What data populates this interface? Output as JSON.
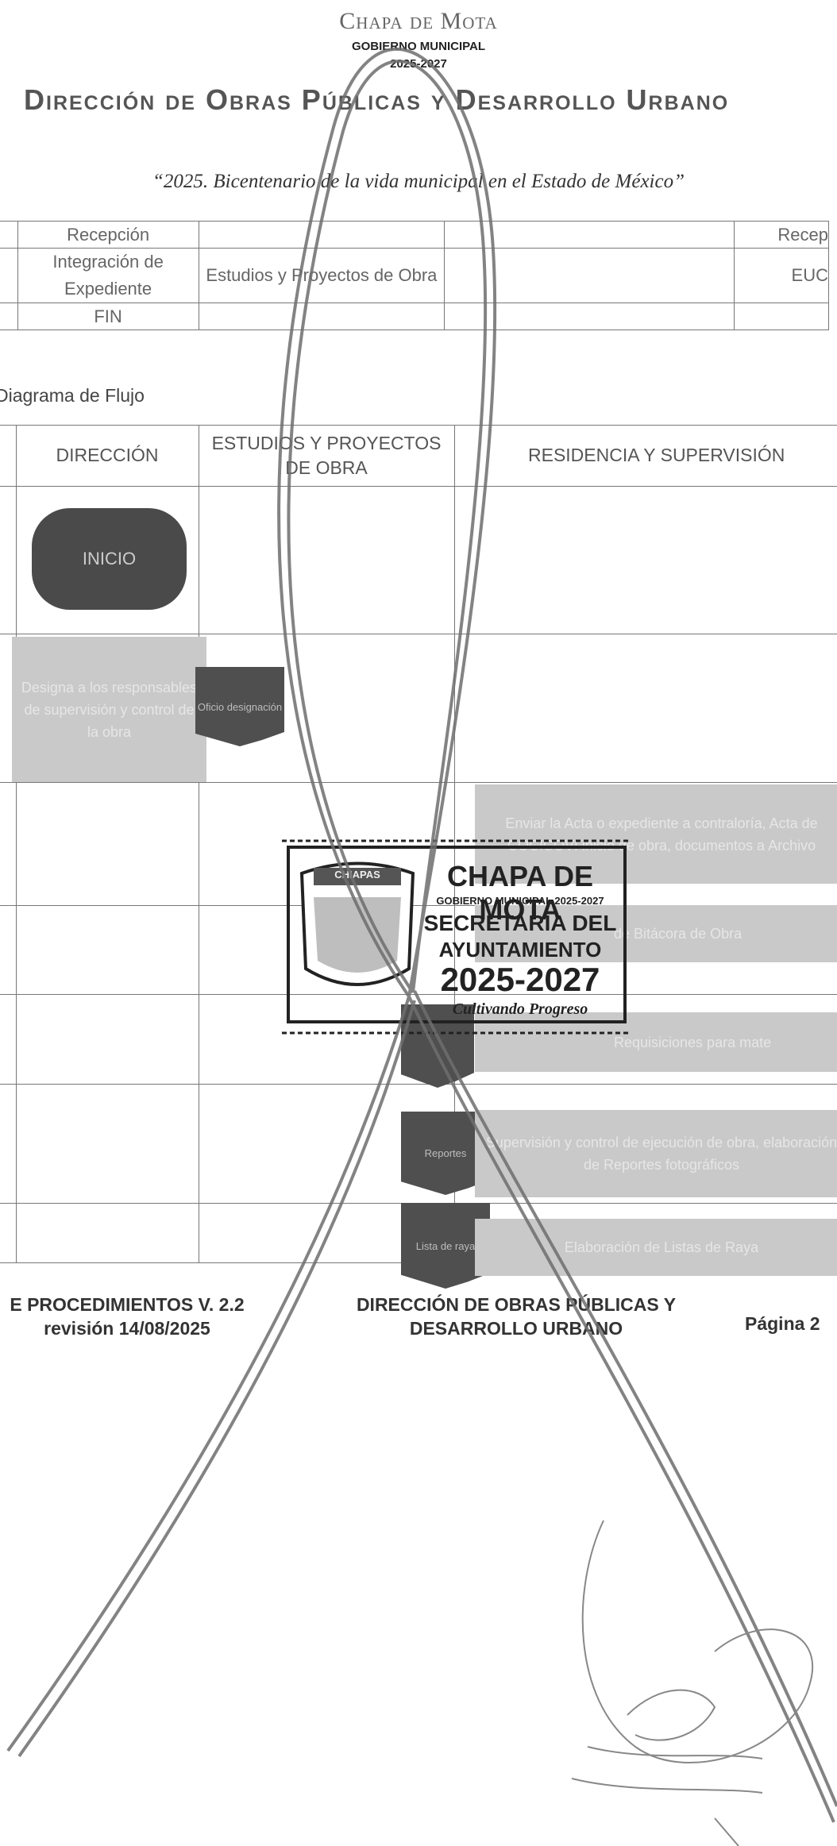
{
  "header": {
    "municipality": "Chapa de Mota",
    "government": "GOBIERNO MUNICIPAL",
    "years": "2025-2027",
    "department": "Dirección de Obras Públicas y Desarrollo Urbano",
    "motto": "“2025. Bicentenario de la vida municipal en el Estado de México”"
  },
  "top_table": {
    "rows": [
      [
        "Recepción",
        "",
        "",
        "Recep"
      ],
      [
        "Integración de Expediente",
        "Estudios y Proyectos de Obra",
        "",
        "EUC"
      ],
      [
        "FIN",
        "",
        "",
        ""
      ]
    ]
  },
  "flow": {
    "title": "Diagrama de Flujo",
    "columns": [
      "DIRECCIÓN",
      "ESTUDIOS Y PROYECTOS DE OBRA",
      "RESIDENCIA Y SUPERVISIÓN"
    ],
    "start_label": "INICIO",
    "step_designa": "Designa a los responsables de supervisión y control de la obra",
    "doc_oficio": "Oficio designación",
    "step_enviar": "Enviar la Acta o expediente a contraloría, Acta de COCICOVI inicio de obra, documentos a Archivo",
    "step_bitacora": "de Bitácora de Obra",
    "step_requisiciones": "Requisiciones para mate",
    "doc_reportes": "Reportes",
    "step_supervision": "Supervisión y control de ejecución de obra, elaboración de Reportes fotográficos",
    "doc_lista": "Lista de raya",
    "step_listas": "Elaboración de Listas de Raya"
  },
  "footer": {
    "left_line1": "E PROCEDIMIENTOS V. 2.2",
    "left_line2": "revisión 14/08/2025",
    "center_line1": "DIRECCIÓN DE OBRAS PÚBLICAS Y",
    "center_line2": "DESARROLLO URBANO",
    "right": "Página 2"
  },
  "stamp": {
    "shield_text": "CHIAPAS",
    "line1": "CHAPA DE MOTA",
    "line2": "GOBIERNO MUNICIPAL 2025-2027",
    "line3": "SECRETARIA DEL",
    "line4": "AYUNTAMIENTO",
    "line5": "2025-2027",
    "line6": "Cultivando Progreso"
  },
  "colors": {
    "dark_shape": "#4a4a4a",
    "gray_box": "#c9c9c9",
    "grid_line": "#777777",
    "ribbon": "#6e6e6e"
  }
}
